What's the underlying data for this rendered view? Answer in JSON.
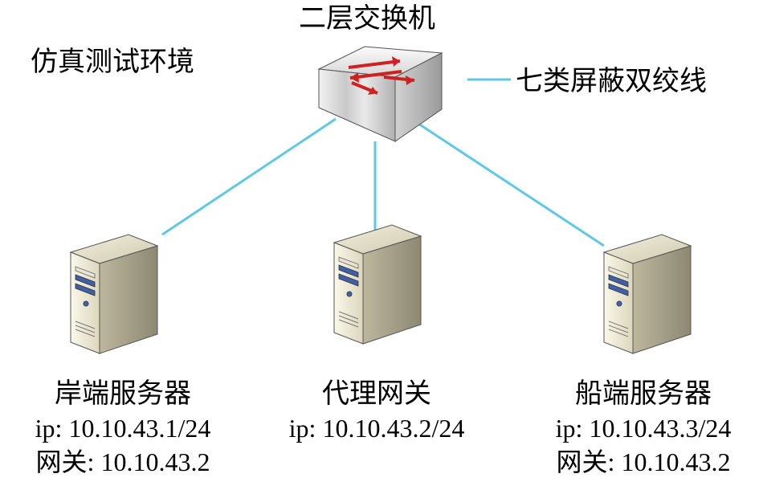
{
  "title": "二层交换机",
  "environment_label": "仿真测试环境",
  "legend": {
    "label": "七类屏蔽双绞线",
    "line_color": "#5ec8e6"
  },
  "switch": {
    "icon": "switch-icon",
    "arrow_color": "#cc2222"
  },
  "servers": [
    {
      "icon": "server-icon",
      "name": "岸端服务器",
      "ip": "ip: 10.10.43.1/24",
      "gateway": "网关: 10.10.43.2"
    },
    {
      "icon": "server-icon",
      "name": "代理网关",
      "ip": "ip: 10.10.43.2/24",
      "gateway": ""
    },
    {
      "icon": "server-icon",
      "name": "船端服务器",
      "ip": "ip: 10.10.43.3/24",
      "gateway": "网关: 10.10.43.2"
    }
  ]
}
